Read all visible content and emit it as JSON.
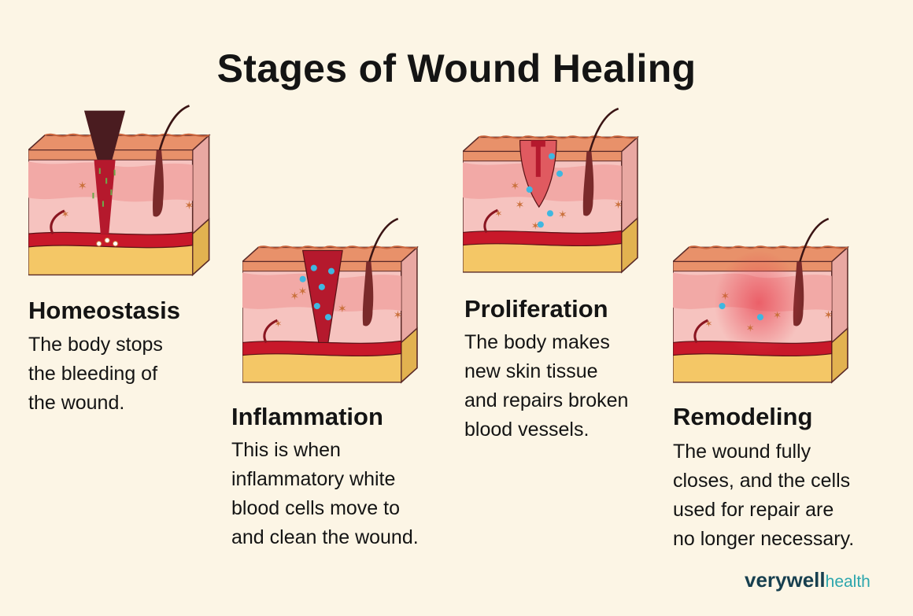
{
  "title": "Stages of Wound Healing",
  "colors": {
    "background": "#fcf5e5",
    "epidermis": "#e8916a",
    "dermis": "#f6c3bf",
    "fat": "#f4c766",
    "blood_vessel": "#c8182a",
    "wound": "#b5192d",
    "clot": "#4a1c20",
    "white_cells": "#3fb7e0",
    "brand_dark": "#173f4f",
    "brand_teal": "#2ca6ad"
  },
  "stages": [
    {
      "name": "Homeostasis",
      "description": [
        "The body stops",
        "the bleeding of",
        "the wound."
      ],
      "illustration": "skin-cross-section-bleeding"
    },
    {
      "name": "Inflammation",
      "description": [
        "This is when",
        "inflammatory white",
        "blood cells move to",
        "and clean the wound."
      ],
      "illustration": "skin-cross-section-inflamed"
    },
    {
      "name": "Proliferation",
      "description": [
        "The body makes",
        "new skin tissue",
        "and repairs broken",
        "blood vessels."
      ],
      "illustration": "skin-cross-section-new-tissue"
    },
    {
      "name": "Remodeling",
      "description": [
        "The wound fully",
        "closes, and the cells",
        "used for repair are",
        "no longer necessary."
      ],
      "illustration": "skin-cross-section-closed"
    }
  ],
  "brand": {
    "part1": "verywell",
    "part2": "health"
  }
}
